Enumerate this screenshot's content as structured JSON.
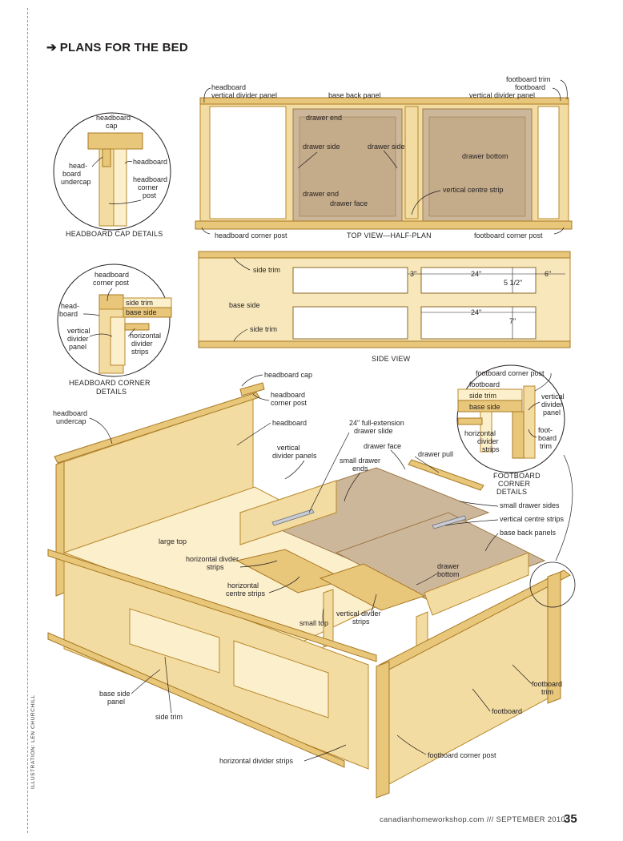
{
  "header": {
    "title": "PLANS FOR THE BED",
    "arrow_icon": "right-arrow-icon"
  },
  "credit": "ILLUSTRATION: LEN CHURCHILL",
  "footer": {
    "site_issue": "canadianhomeworkshop.com /// SEPTEMBER 2010",
    "page_number": "35"
  },
  "colors": {
    "wood": "#f3dca1",
    "wood_dark": "#e8c67a",
    "drawer_interior": "#cdb79a",
    "ink": "#231f20"
  },
  "top_view": {
    "caption": "TOP VIEW—HALF-PLAN",
    "labels": {
      "headboard": "headboard",
      "vertical_divider_panel_left": "vertical divider panel",
      "base_back_panel": "base back panel",
      "footboard_trim": "footboard trim",
      "footboard": "footboard",
      "vertical_divider_panel_right": "vertical divider panel",
      "drawer_end": "drawer end",
      "drawer_side_1": "drawer side",
      "drawer_side_2": "drawer side",
      "drawer_bottom": "drawer bottom",
      "vertical_centre_strip": "vertical centre strip",
      "drawer_end_2": "drawer end",
      "drawer_face": "drawer face",
      "headboard_corner_post": "headboard corner post",
      "footboard_corner_post": "footboard corner post"
    }
  },
  "side_view": {
    "caption": "SIDE VIEW",
    "labels": {
      "side_trim_top": "side trim",
      "base_side": "base side",
      "side_trim_bottom": "side trim"
    },
    "dimensions": {
      "gap": "3\"",
      "width_upper": "24\"",
      "end": "6\"",
      "height_upper": "5 1/2\"",
      "width_lower": "24\"",
      "height_lower": "7\""
    }
  },
  "headboard_cap_details": {
    "caption": "HEADBOARD CAP DETAILS",
    "labels": {
      "headboard_cap": "headboard cap",
      "headboard_undercap": "head-board undercap",
      "headboard": "headboard",
      "headboard_corner_post": "headboard corner post"
    }
  },
  "headboard_corner_details": {
    "caption": "HEADBOARD CORNER DETAILS",
    "labels": {
      "headboard_corner_post": "headboard corner post",
      "headboard": "head-board",
      "side_trim": "side trim",
      "base_side": "base side",
      "vertical_divider_panel": "vertical divider panel",
      "horizontal_divider_strips": "horizontal divider strips"
    }
  },
  "footboard_corner_details": {
    "caption": "FOOTBOARD CORNER DETAILS",
    "labels": {
      "footboard_corner_post": "footboard corner post",
      "footboard": "footboard",
      "side_trim": "side trim",
      "base_side": "base side",
      "vertical_divider_panel": "vertical divider panel",
      "horizontal_divider_strips": "horizontal divider strips",
      "footboard_trim": "foot-board trim"
    }
  },
  "assembly": {
    "labels": {
      "headboard_cap": "headboard cap",
      "headboard_corner_post": "headboard corner post",
      "headboard_undercap": "headboard undercap",
      "headboard": "headboard",
      "vertical_divider_panels": "vertical divider panels",
      "drawer_slide": "24\" full-extension drawer slide",
      "drawer_face": "drawer face",
      "small_drawer_ends": "small drawer ends",
      "drawer_pull": "drawer pull",
      "small_drawer_sides": "small drawer sides",
      "vertical_centre_strips": "vertical centre strips",
      "base_back_panels": "base back panels",
      "large_top": "large top",
      "horizontal_divider_strips_1": "horizontal divider strips",
      "horizontal_centre_strips": "horizontal centre strips",
      "drawer_bottom": "drawer bottom",
      "vertical_divider_strips": "vertical divder strips",
      "small_top": "small top",
      "footboard_trim": "footboard trim",
      "base_side_panel": "base side panel",
      "side_trim": "side trim",
      "footboard": "footboard",
      "footboard_corner_post": "footboard corner post",
      "horizontal_divider_strips_2": "horizontal divider strips"
    }
  }
}
